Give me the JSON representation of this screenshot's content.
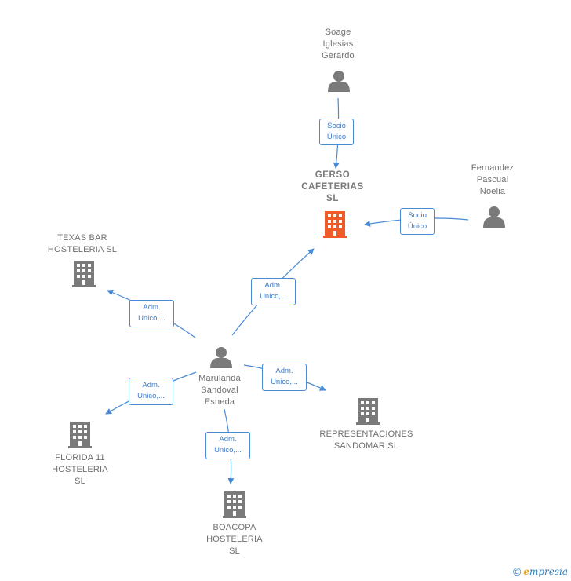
{
  "nodes": {
    "soage": {
      "label": "Soage\nIglesias\nGerardo"
    },
    "gerso": {
      "label": "GERSO\nCAFETERIAS\nSL"
    },
    "fernandez": {
      "label": "Fernandez\nPascual\nNoelia"
    },
    "texas": {
      "label": "TEXAS BAR\nHOSTELERIA SL"
    },
    "marulanda": {
      "label": "Marulanda\nSandoval\nEsneda"
    },
    "florida": {
      "label": "FLORIDA 11\nHOSTELERIA\nSL"
    },
    "boacopa": {
      "label": "BOACOPA\nHOSTELERIA\nSL"
    },
    "representaciones": {
      "label": "REPRESENTACIONES\nSANDOMAR  SL"
    }
  },
  "edges": {
    "soage_gerso": "Socio\nÚnico",
    "fernandez_gerso": "Socio\nÚnico",
    "marulanda_gerso": "Adm.\nUnico,...",
    "marulanda_texas": "Adm.\nUnico,...",
    "marulanda_florida": "Adm.\nUnico,...",
    "marulanda_representaciones": "Adm.\nUnico,...",
    "marulanda_boacopa": "Adm.\nUnico,..."
  },
  "footer": {
    "copyright": "©",
    "brand_initial": "e",
    "brand_rest": "mpresia"
  },
  "colors": {
    "edge": "#4a8ad4",
    "company": "#7a7a7a",
    "highlight": "#f05a28",
    "person": "#7a7a7a"
  },
  "icons": {
    "person": "person-icon",
    "company": "building-icon"
  }
}
